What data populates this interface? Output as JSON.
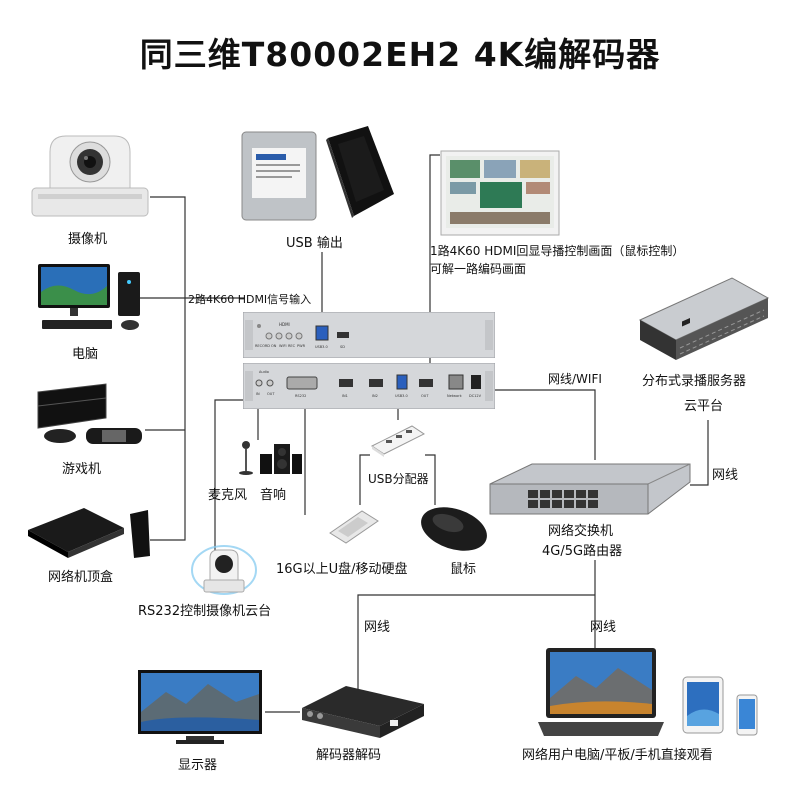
{
  "title": "同三维T80002EH2 4K编解码器",
  "labels": {
    "camera": "摄像机",
    "pc": "电脑",
    "game": "游戏机",
    "stb": "网络机顶盒",
    "usb_out": "USB 输出",
    "hdmi_in": "2路4K60 HDMI信号输入",
    "hdmi_out_line1": "1路4K60 HDMI回显导播控制画面（鼠标控制）",
    "hdmi_out_line2": "可解一路编码画面",
    "mic": "麦克风",
    "speaker": "音响",
    "usb_hub": "USB分配器",
    "udisk": "16G以上U盘/移动硬盘",
    "mouse": "鼠标",
    "rs232": "RS232控制摄像机云台",
    "net_wifi": "网线/WIFI",
    "server": "分布式录播服务器",
    "cloud": "云平台",
    "switch_line1": "网络交换机",
    "switch_line2": "4G/5G路由器",
    "wire_right": "网线",
    "wire_left_bottom": "网线",
    "wire_right_bottom": "网线",
    "display": "显示器",
    "decoder": "解码器解码",
    "clients": "网络用户电脑/平板/手机直接观看"
  },
  "panel_front": {
    "hdmi": "HDMI",
    "ports": [
      "RECORD",
      "ON",
      "WIFI",
      "REC",
      "PWR"
    ],
    "usb": "USB3.0",
    "sd": "SD"
  },
  "panel_back": {
    "audio": "Audio",
    "ports": [
      "IN",
      "OUT",
      "RS232",
      "IN1",
      "IN2",
      "USB3.0",
      "OUT",
      "Network",
      "DC12V"
    ]
  }
}
